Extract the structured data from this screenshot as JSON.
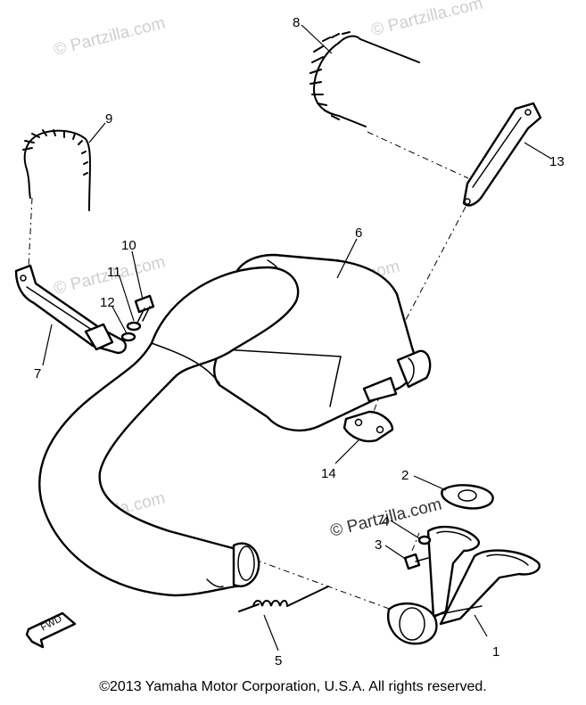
{
  "watermark": {
    "text": "© Partzilla.com"
  },
  "callouts": [
    "1",
    "2",
    "3",
    "4",
    "5",
    "6",
    "7",
    "8",
    "9",
    "10",
    "11",
    "12",
    "13",
    "14"
  ],
  "fwd_label": "FWD",
  "copyright": "©2013  Yamaha Motor Corporation, U.S.A. All rights reserved."
}
